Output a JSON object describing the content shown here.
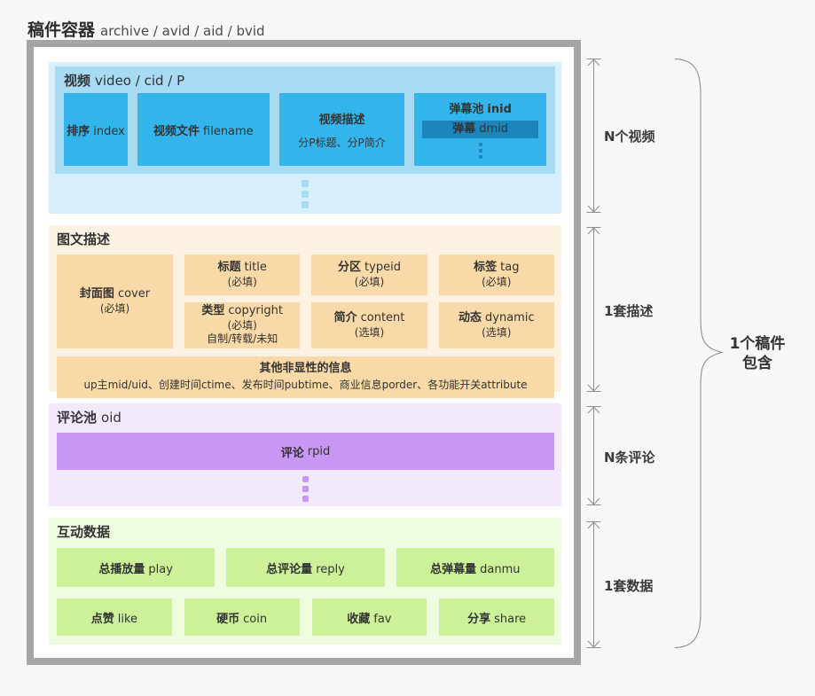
{
  "page": {
    "title_zh": "稿件容器",
    "title_en": "archive / avid / aid / bvid"
  },
  "video": {
    "header_zh": "视频",
    "header_en": "video / cid / P",
    "boxes": {
      "index": {
        "zh": "排序",
        "en": "index"
      },
      "filename": {
        "zh": "视频文件",
        "en": "filename"
      },
      "desc": {
        "title": "视频描述",
        "sub": "分P标题、分P简介"
      },
      "danmaku_pool": {
        "zh": "弹幕池",
        "en": "inid"
      },
      "danmaku": {
        "zh": "弹幕",
        "en": "dmid"
      }
    }
  },
  "description": {
    "header": "图文描述",
    "cover": {
      "zh": "封面图",
      "en": "cover",
      "req": "(必填)"
    },
    "title": {
      "zh": "标题",
      "en": "title",
      "req": "(必填)"
    },
    "typeid": {
      "zh": "分区",
      "en": "typeid",
      "req": "(必填)"
    },
    "tag": {
      "zh": "标签",
      "en": "tag",
      "req": "(必填)"
    },
    "copyright": {
      "zh": "类型",
      "en": "copyright",
      "req": "(必填)",
      "extra": "自制/转载/未知"
    },
    "content": {
      "zh": "简介",
      "en": "content",
      "req": "(选填)"
    },
    "dynamic": {
      "zh": "动态",
      "en": "dynamic",
      "req": "(选填)"
    },
    "other": {
      "title": "其他非显性的信息",
      "detail": "up主mid/uid、创建时间ctime、发布时间pubtime、商业信息porder、各功能开关attribute"
    }
  },
  "comments": {
    "header_zh": "评论池",
    "header_en": "oid",
    "reply": {
      "zh": "评论",
      "en": "rpid"
    }
  },
  "stats": {
    "header": "互动数据",
    "row1": [
      {
        "zh": "总播放量",
        "en": "play"
      },
      {
        "zh": "总评论量",
        "en": "reply"
      },
      {
        "zh": "总弹幕量",
        "en": "danmu"
      }
    ],
    "row2": [
      {
        "zh": "点赞",
        "en": "like"
      },
      {
        "zh": "硬币",
        "en": "coin"
      },
      {
        "zh": "收藏",
        "en": "fav"
      },
      {
        "zh": "分享",
        "en": "share"
      }
    ]
  },
  "annotations": {
    "videos": "N个视频",
    "desc": "1套描述",
    "comments": "N条评论",
    "data": "1套数据",
    "brace_line1": "1个稿件",
    "brace_line2": "包含"
  },
  "colors": {
    "frame_border": "#a5a5a5",
    "video_section_bg": "#d7eefb",
    "video_inner_bg": "#a7daf3",
    "video_box": "#33b4eb",
    "danmaku_box": "#1c85bb",
    "desc_section_bg": "#fcf2e2",
    "desc_box": "#f8d9a7",
    "comment_section_bg": "#f3e9fd",
    "comment_box": "#c896f3",
    "stats_section_bg": "#effbe1",
    "stats_box": "#ccf199",
    "annotation_line": "#8f8f8f"
  }
}
